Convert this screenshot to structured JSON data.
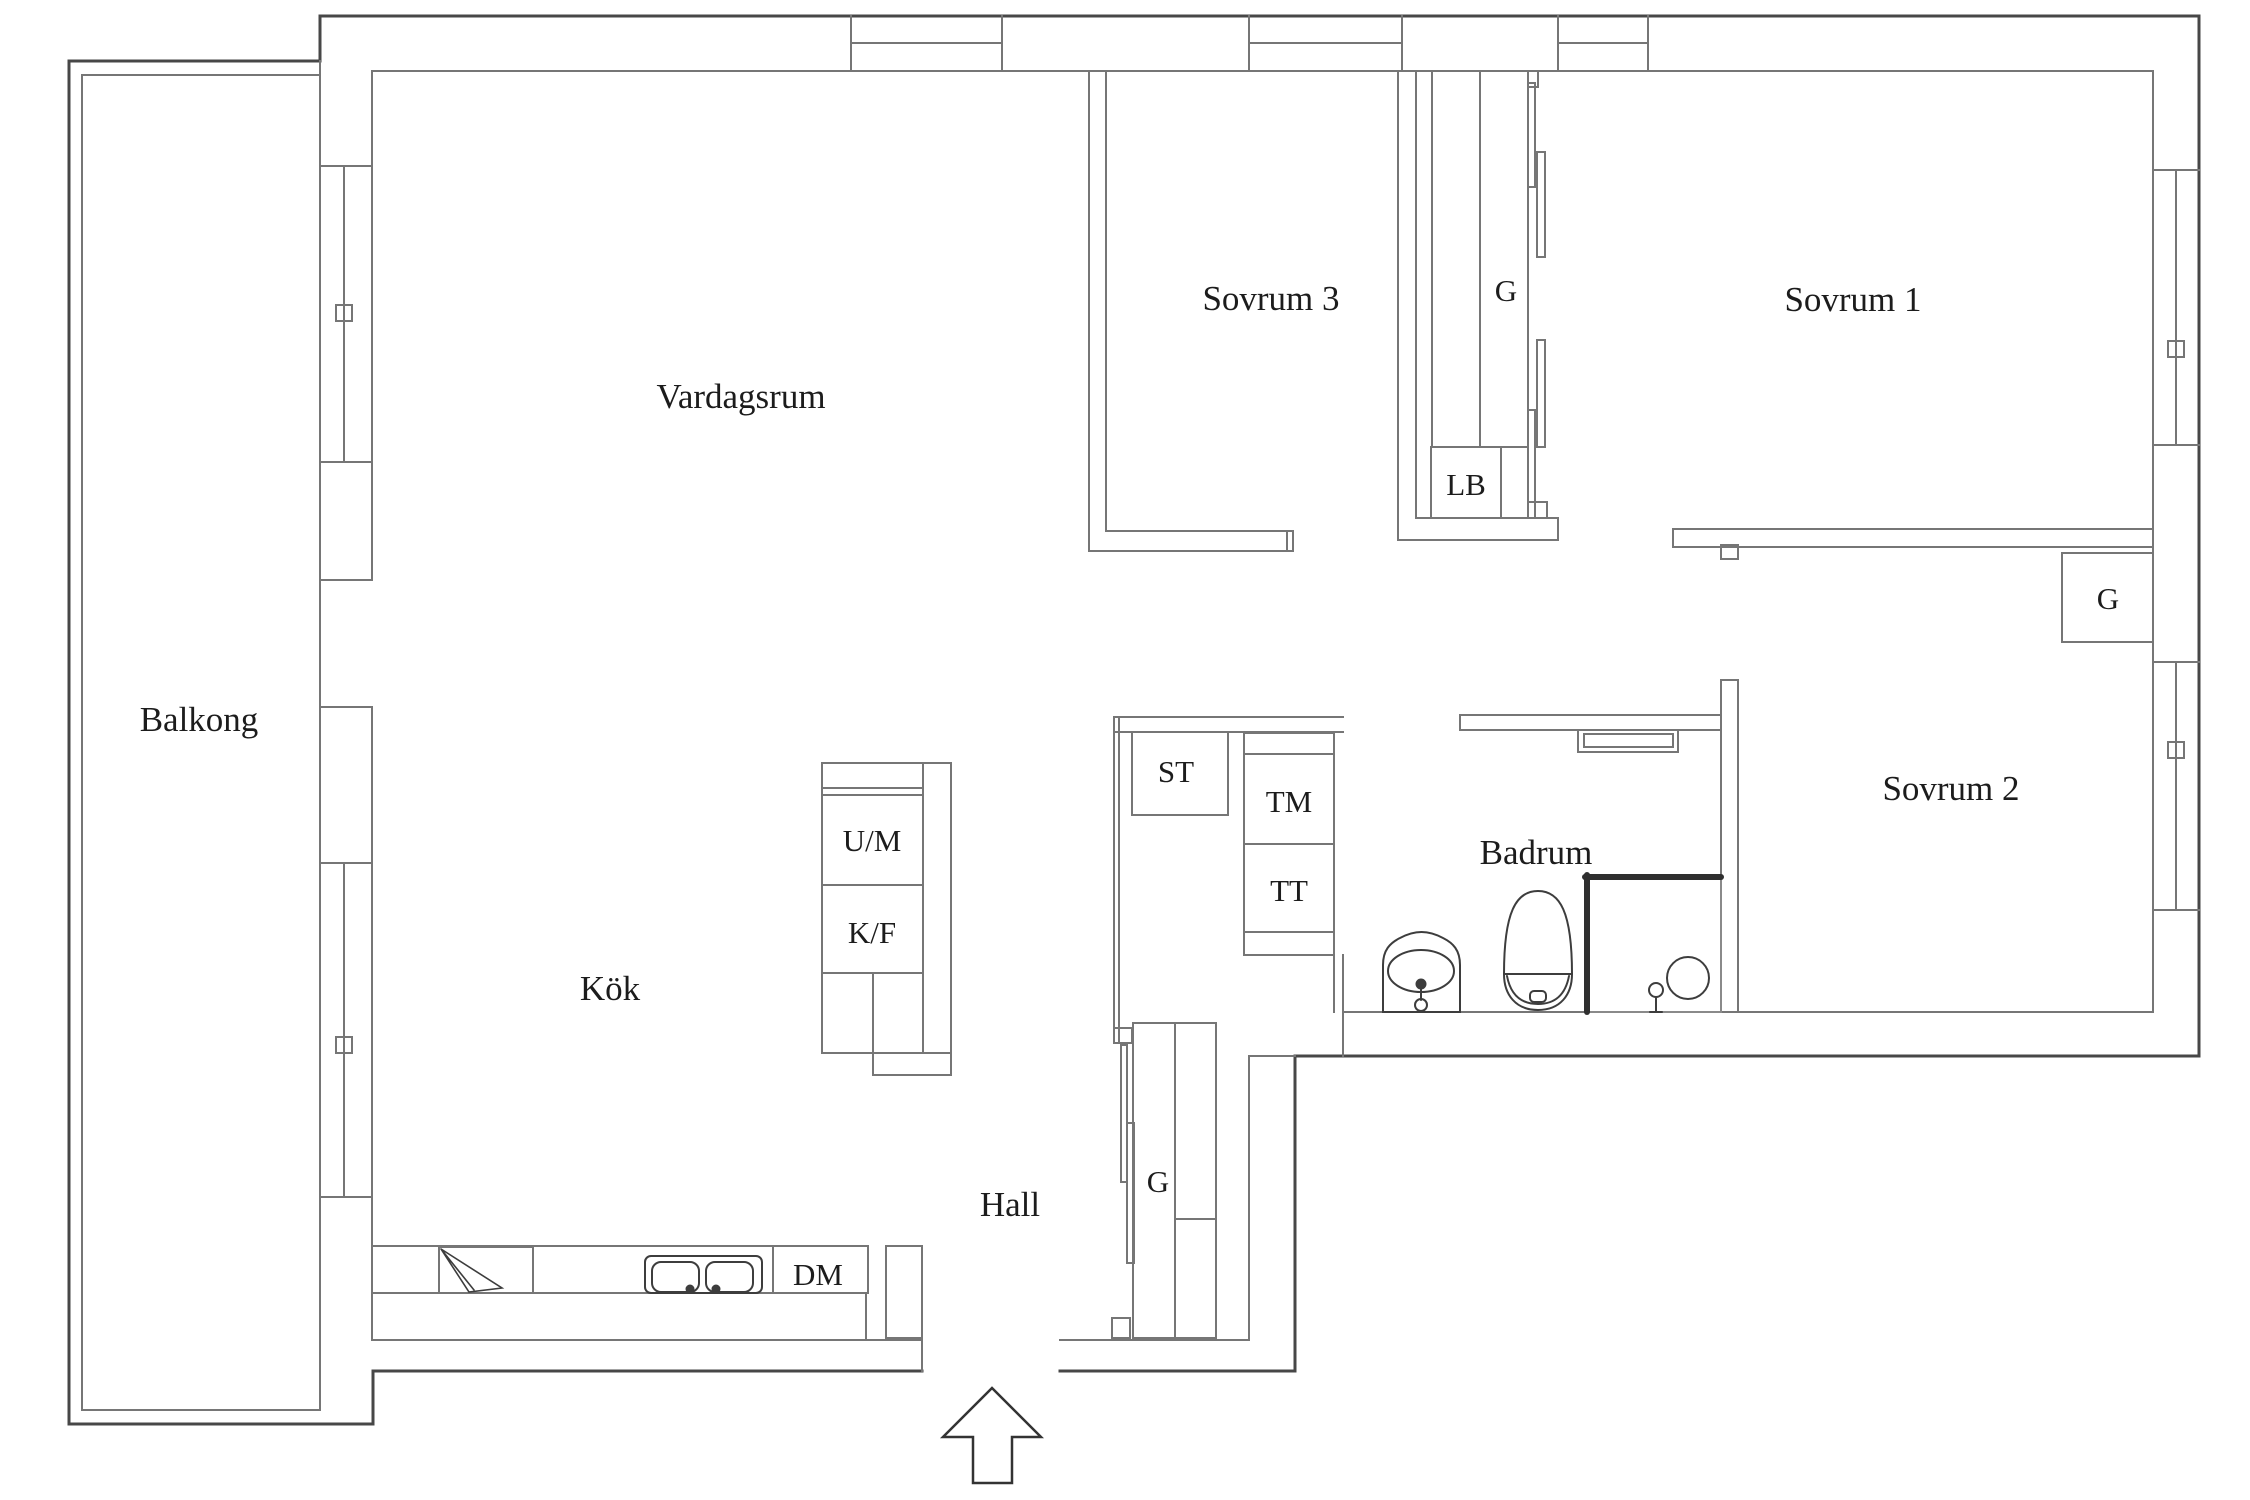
{
  "plan": {
    "type": "apartment-floor-plan",
    "language": "Swedish",
    "colors": {
      "background": "#ffffff",
      "outer_wall_line": "#474747",
      "inner_wall_line": "#767676",
      "fixture_line": "#3d3d3d",
      "shower_accent": "#2f2f2f",
      "text": "#1c1c1c"
    },
    "rooms": {
      "balkong": {
        "label": "Balkong"
      },
      "vardagsrum": {
        "label": "Vardagsrum"
      },
      "sovrum3": {
        "label": "Sovrum 3"
      },
      "sovrum1": {
        "label": "Sovrum 1"
      },
      "sovrum2": {
        "label": "Sovrum 2"
      },
      "badrum": {
        "label": "Badrum"
      },
      "kok": {
        "label": "Kök"
      },
      "hall": {
        "label": "Hall"
      }
    },
    "closets": {
      "g_top": {
        "label": "G"
      },
      "lb": {
        "label": "LB"
      },
      "g_sovrum2": {
        "label": "G"
      },
      "g_hall": {
        "label": "G"
      },
      "st": {
        "label": "ST"
      }
    },
    "appliances": {
      "tm": {
        "label": "TM"
      },
      "tt": {
        "label": "TT"
      },
      "um": {
        "label": "U/M"
      },
      "kf": {
        "label": "K/F"
      },
      "dm": {
        "label": "DM"
      }
    },
    "icons": {
      "entry_arrow": "entry-direction-arrow",
      "kitchen_sink": "double-basin-sink",
      "corner_cabinet": "corner-cabinet-diagonal",
      "washbasin": "bathroom-washbasin",
      "toilet": "toilet",
      "shower": "shower-enclosure",
      "window_marker": "window-sash-box"
    }
  }
}
